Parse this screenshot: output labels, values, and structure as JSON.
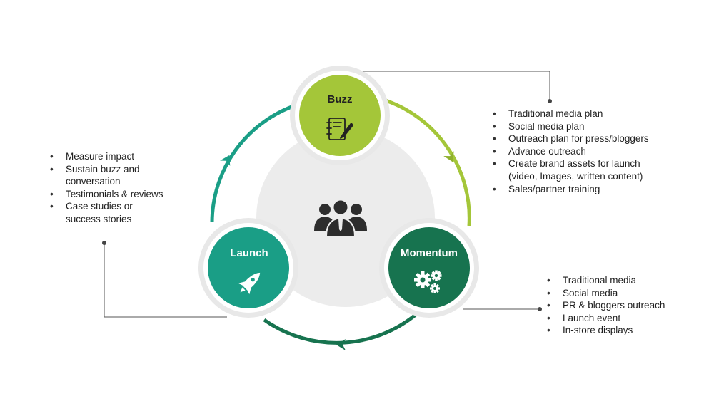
{
  "colors": {
    "buzz": "#a4c639",
    "launch": "#1a9e86",
    "momentum": "#17734f",
    "ring_outer": "#ebebeb",
    "center_disc": "#ececec",
    "connector": "#555555"
  },
  "center": {
    "icon": "team-icon"
  },
  "stages": [
    {
      "id": "buzz",
      "title": "Buzz",
      "icon": "notepad-pen-icon",
      "items": [
        "Traditional media plan",
        "Social media plan",
        "Outreach plan for press/bloggers",
        "Advance outreach",
        "Create brand assets for launch (video, Images, written content)",
        "Sales/partner training"
      ]
    },
    {
      "id": "launch",
      "title": "Launch",
      "icon": "rocket-icon",
      "items": [
        "Measure impact",
        "Sustain buzz and conversation",
        "Testimonials & reviews",
        "Case studies or success stories"
      ]
    },
    {
      "id": "momentum",
      "title": "Momentum",
      "icon": "gears-icon",
      "items": [
        "Traditional media",
        "Social media",
        "PR & bloggers outreach",
        "Launch event",
        "In-store displays"
      ]
    }
  ]
}
